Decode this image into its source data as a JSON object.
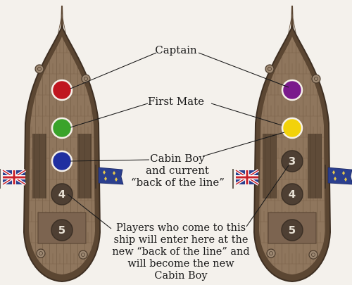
{
  "labels": {
    "captain": "Captain",
    "first_mate": "First Mate",
    "cabin_boy": [
      "Cabin Boy",
      "and current",
      "“back of the line”"
    ],
    "players": [
      "Players who come to this",
      "ship will enter here at the",
      "new “back of the line” and",
      "will become the new",
      "Cabin Boy"
    ]
  },
  "ships": [
    {
      "side": "left",
      "seats": [
        {
          "role": "captain",
          "color": "#c0161f",
          "number": ""
        },
        {
          "role": "first-mate",
          "color": "#3aa32a",
          "number": ""
        },
        {
          "role": "cabin-boy",
          "color": "#1f2fa0",
          "number": ""
        },
        {
          "role": "seat-4",
          "color": "",
          "number": "4"
        },
        {
          "role": "seat-5",
          "color": "",
          "number": "5"
        }
      ]
    },
    {
      "side": "right",
      "seats": [
        {
          "role": "captain",
          "color": "#7a1a8c",
          "number": ""
        },
        {
          "role": "first-mate",
          "color": "#f2d20a",
          "number": ""
        },
        {
          "role": "seat-3",
          "color": "",
          "number": "3"
        },
        {
          "role": "seat-4",
          "color": "",
          "number": "4"
        },
        {
          "role": "seat-5",
          "color": "",
          "number": "5"
        }
      ]
    }
  ],
  "colors": {
    "wood_dark": "#5b4632",
    "wood_mid": "#8a7058",
    "wood_light": "#a48a70",
    "plank_line": "#6e5640",
    "empty_seat": "#4e3f33",
    "seat_number": "#e9e2d6",
    "flag_blue": "#2b3f8e",
    "flag_red": "#c8202a",
    "pointer": "#1a1a1a"
  },
  "icons": [
    "union-jack-flag-icon",
    "fleur-de-lis-flag-icon"
  ]
}
